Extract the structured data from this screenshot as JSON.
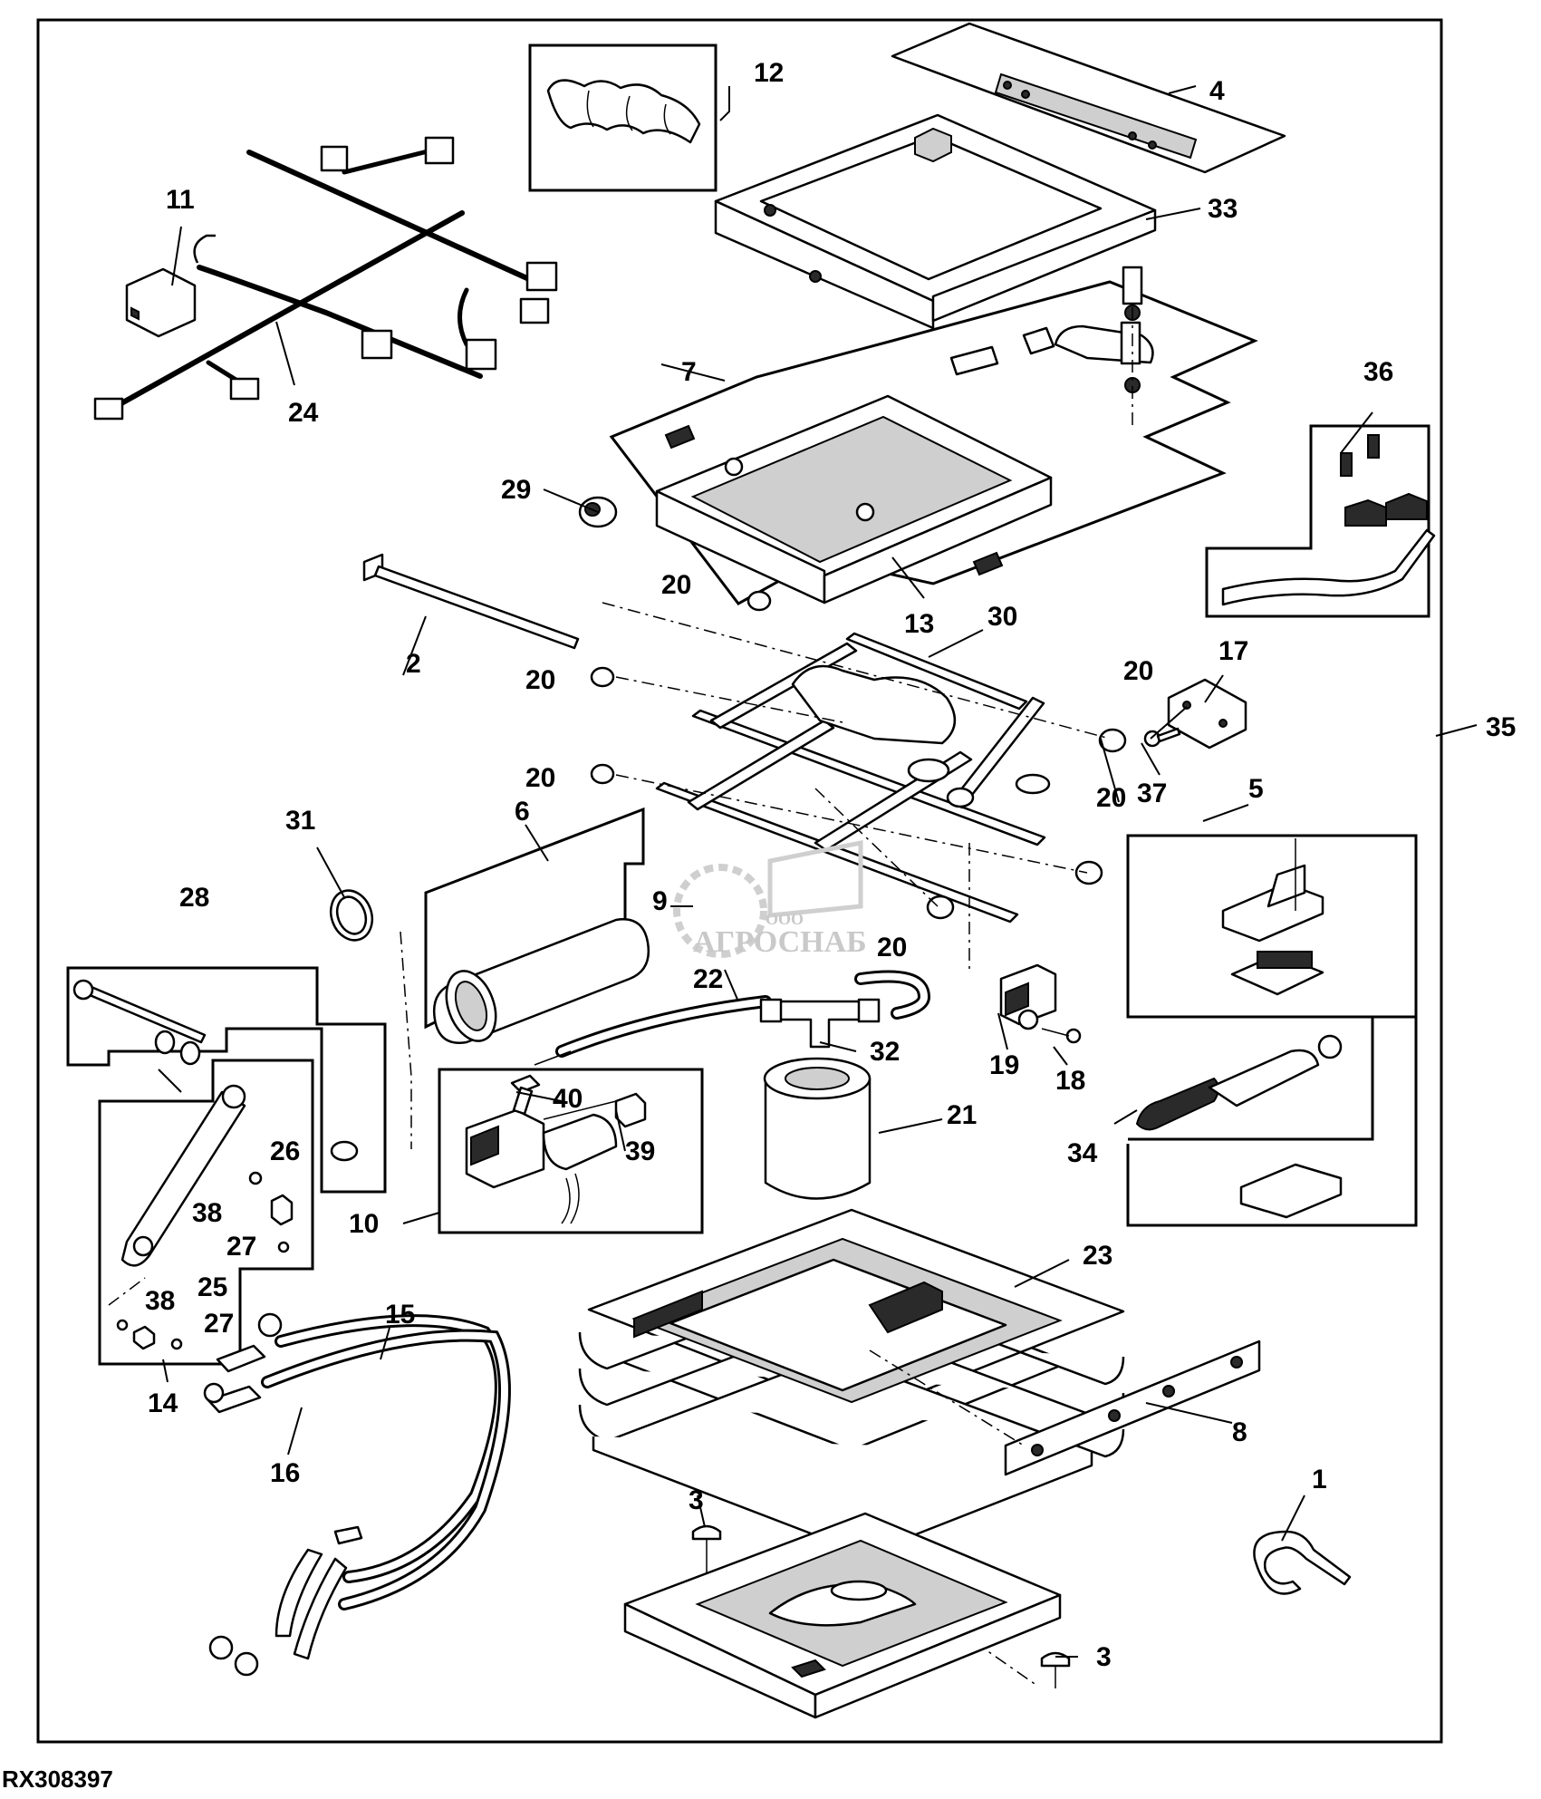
{
  "figure_id": "RX308397",
  "watermark": {
    "line1": "ООО",
    "line2": "АГРОСНАБ"
  },
  "callouts": {
    "c1": "1",
    "c2": "2",
    "c3a": "3",
    "c3b": "3",
    "c4": "4",
    "c5": "5",
    "c6": "6",
    "c7": "7",
    "c8": "8",
    "c9": "9",
    "c10": "10",
    "c11": "11",
    "c12": "12",
    "c13": "13",
    "c14": "14",
    "c15": "15",
    "c16": "16",
    "c17": "17",
    "c18": "18",
    "c19": "19",
    "c20a": "20",
    "c20b": "20",
    "c20c": "20",
    "c20d": "20",
    "c20e": "20",
    "c20f": "20",
    "c21": "21",
    "c22": "22",
    "c23": "23",
    "c24": "24",
    "c25": "25",
    "c26": "26",
    "c27a": "27",
    "c27b": "27",
    "c28": "28",
    "c29": "29",
    "c30": "30",
    "c31": "31",
    "c32": "32",
    "c33": "33",
    "c34": "34",
    "c35": "35",
    "c36": "36",
    "c37": "37",
    "c38a": "38",
    "c38b": "38",
    "c39": "39",
    "c40": "40"
  }
}
